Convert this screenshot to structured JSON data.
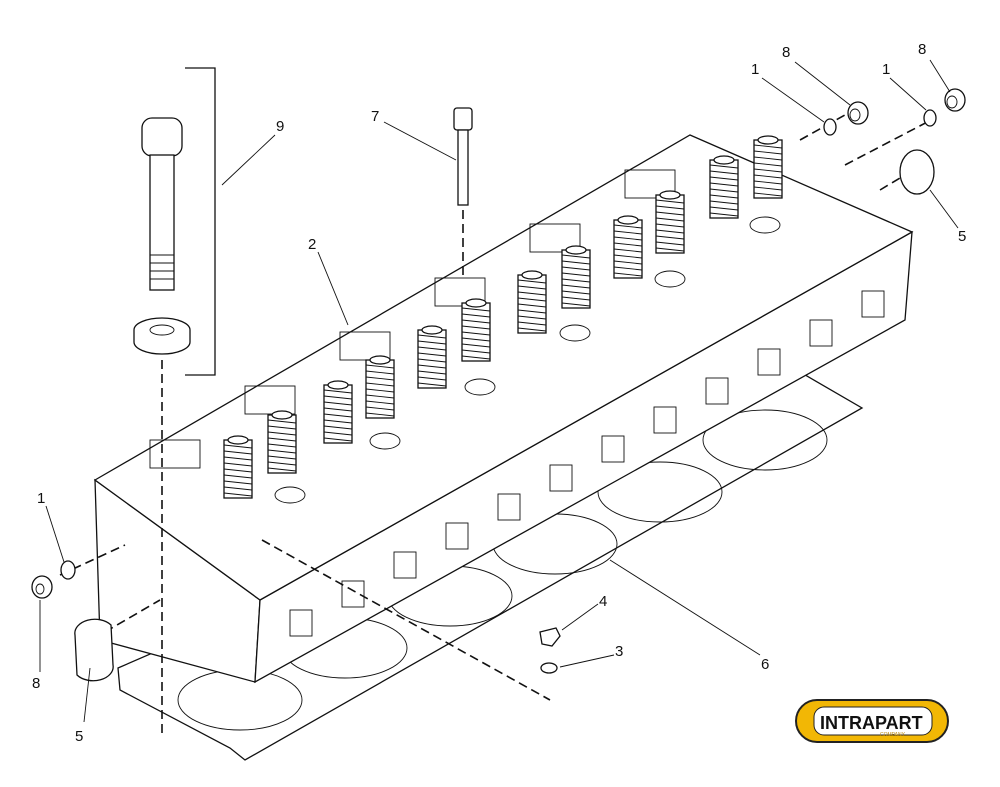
{
  "diagram": {
    "title": "Cylinder head exploded parts view",
    "callouts": [
      {
        "id": "c9",
        "label": "9"
      },
      {
        "id": "c7",
        "label": "7"
      },
      {
        "id": "c2",
        "label": "2"
      },
      {
        "id": "c1a",
        "label": "1"
      },
      {
        "id": "c8a",
        "label": "8"
      },
      {
        "id": "c1b",
        "label": "1"
      },
      {
        "id": "c8b",
        "label": "8"
      },
      {
        "id": "c5a",
        "label": "5"
      },
      {
        "id": "c1c",
        "label": "1"
      },
      {
        "id": "c8c",
        "label": "8"
      },
      {
        "id": "c5b",
        "label": "5"
      },
      {
        "id": "c4",
        "label": "4"
      },
      {
        "id": "c3",
        "label": "3"
      },
      {
        "id": "c6",
        "label": "6"
      }
    ]
  },
  "logo": {
    "text": "INTRAPART",
    "subtext": "COMPANY",
    "color": "#f2b705"
  }
}
